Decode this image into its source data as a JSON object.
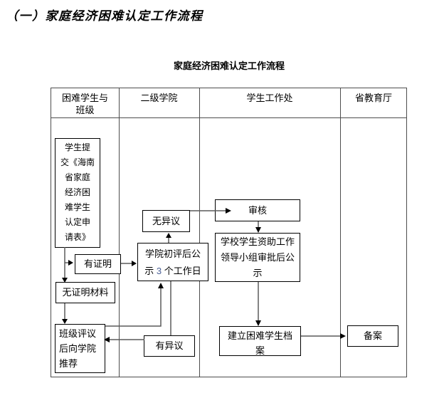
{
  "doc": {
    "heading": "（一）家庭经济困难认定工作流程"
  },
  "flowchart": {
    "title": "家庭经济困难认定工作流程",
    "lanes": [
      {
        "label": "困难学生与\n班级"
      },
      {
        "label": "二级学院"
      },
      {
        "label": "学生工作处"
      },
      {
        "label": "省教育厅"
      }
    ],
    "nodes": {
      "apply_form": "学生提\n交《海南\n省家庭\n经济困\n难学生\n认定申\n请表》",
      "has_proof": "有证明",
      "no_proof": "无证明材料",
      "class_review": "班级评议\n后向学院\n推荐",
      "college_review": {
        "line1": "学院初评后公",
        "line2_pre": "示 ",
        "days": "3",
        "line2_post": " 个工作日"
      },
      "no_objection": "无异议",
      "objection": "有异议",
      "audit": "审核",
      "lead_group": "学校学生资助工作\n领导小组审批后公\n示",
      "archive": "建立困难学生档\n案",
      "record": "备案"
    },
    "edges": [
      "apply_form -> has_proof",
      "apply_form -> no_proof",
      "has_proof -> college_review",
      "no_proof -> class_review",
      "class_review -> college_review",
      "college_review -> no_objection",
      "college_review -> objection",
      "no_objection -> audit",
      "audit -> lead_group",
      "lead_group -> archive",
      "archive -> record",
      "objection -> class_review"
    ],
    "colors": {
      "days_number": "#4a5f96",
      "box_border": "#000000",
      "grid": "#4d4d4d",
      "line": "#5a5a5a"
    }
  }
}
